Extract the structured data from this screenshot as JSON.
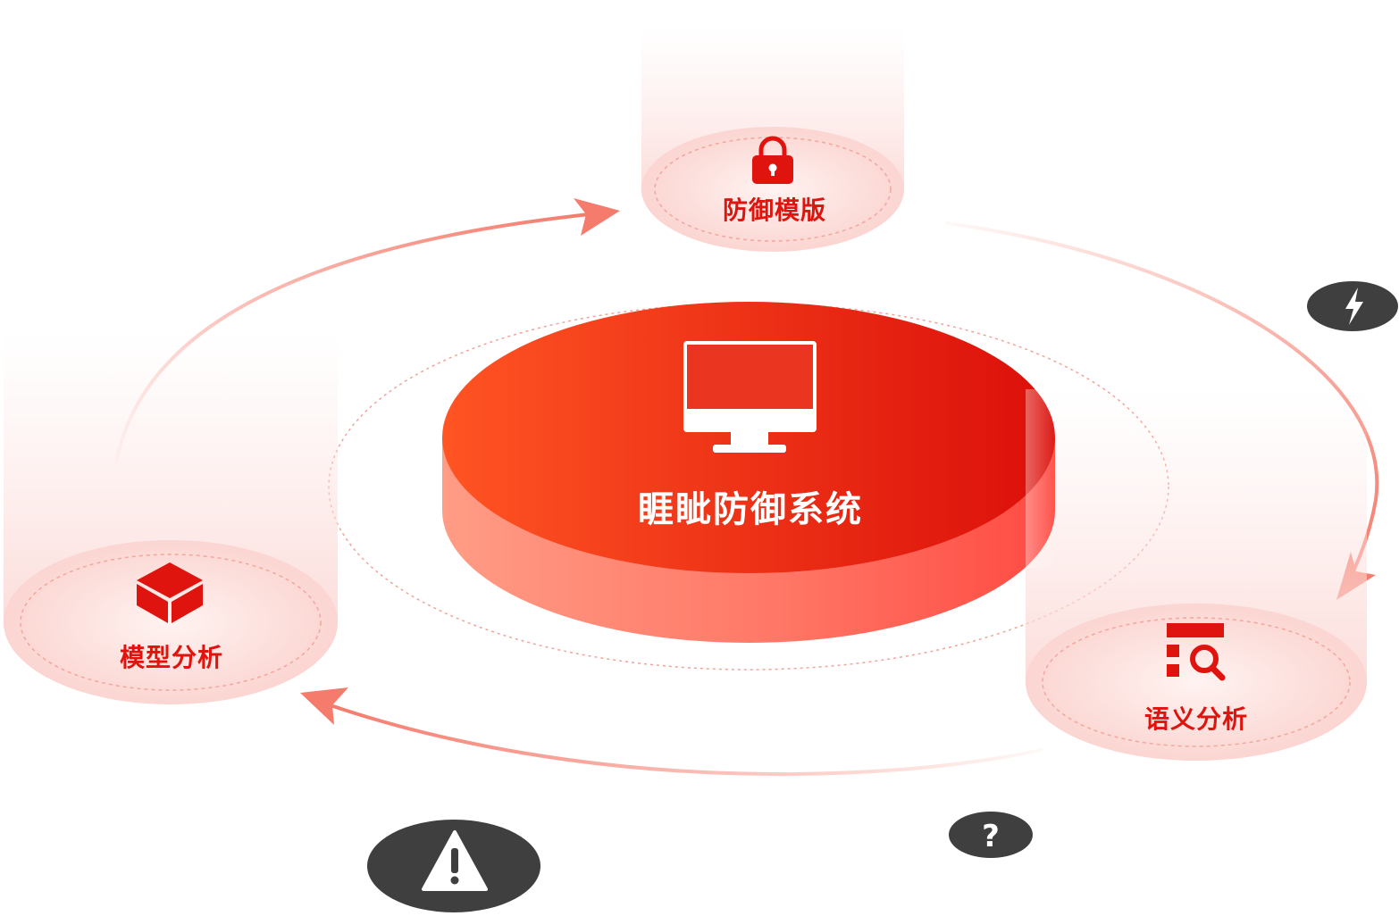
{
  "center": {
    "title": "睚眦防御系统",
    "icon": "monitor-icon"
  },
  "nodes": [
    {
      "key": "top",
      "label": "防御模版",
      "icon": "lock-icon"
    },
    {
      "key": "left",
      "label": "模型分析",
      "icon": "cube-icon"
    },
    {
      "key": "right",
      "label": "语义分析",
      "icon": "search-list-icon"
    }
  ],
  "badges": [
    {
      "key": "lightning",
      "icon": "lightning-icon"
    },
    {
      "key": "question",
      "icon": "question-icon"
    },
    {
      "key": "warning",
      "icon": "warning-icon"
    }
  ],
  "colors": {
    "accent": "#E6231C",
    "accent_light": "#FF5A24",
    "arrow": "#F27A6C",
    "badge": "#3F3F3F",
    "node_text": "#E0140E"
  }
}
